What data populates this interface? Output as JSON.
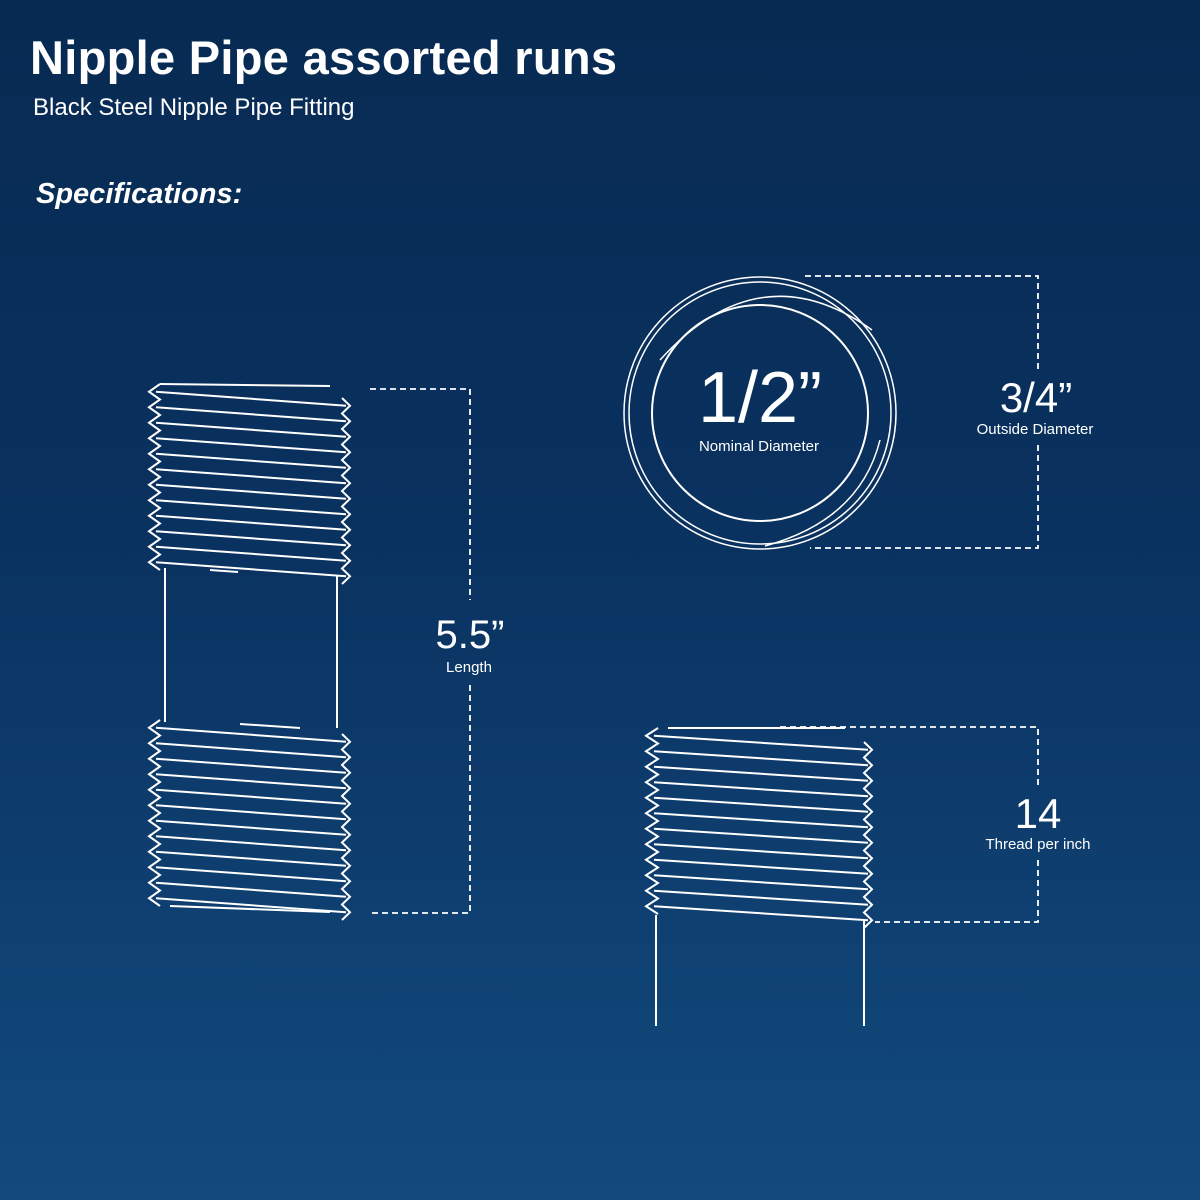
{
  "header": {
    "title": "Nipple Pipe assorted runs",
    "subtitle": "Black Steel Nipple Pipe Fitting",
    "section_label": "Specifications:"
  },
  "specs": {
    "length": {
      "value": "5.5”",
      "label": "Length"
    },
    "nominal_diameter": {
      "value": "1/2”",
      "label": "Nominal Diameter"
    },
    "outside_diameter": {
      "value": "3/4”",
      "label": "Outside Diameter"
    },
    "threads": {
      "value": "14",
      "label": "Thread per inch"
    }
  },
  "colors": {
    "line": "#ffffff",
    "bg_top": "#072a52",
    "bg_bottom": "#124a7e"
  }
}
